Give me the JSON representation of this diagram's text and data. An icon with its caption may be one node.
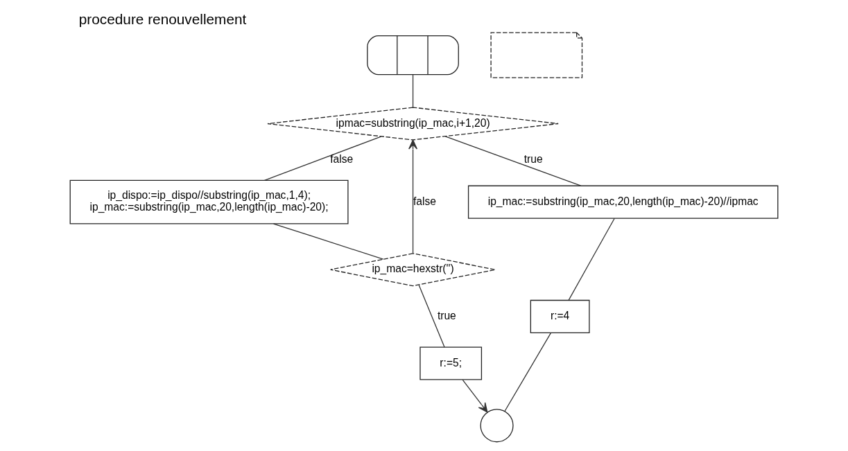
{
  "diagram": {
    "title": "procedure renouvellement",
    "nodes": [
      {
        "text": [],
        "shape": "stadium"
      },
      {
        "text": [
          "ipmac=substring(ip_mac,i+1,20)"
        ]
      },
      {
        "text": [
          "ip_dispo:=ip_dispo//substring(ip_mac,1,4);",
          "ip_mac:=substring(ip_mac,20,length(ip_mac)-20);"
        ]
      },
      {
        "text": [
          "ip_mac:=substring(ip_mac,20,length(ip_mac)-20)//ipmac"
        ]
      },
      {
        "text": [
          "ip_mac=hexstr('')"
        ]
      },
      {
        "text": [
          "r:=4"
        ]
      },
      {
        "text": [
          "r:=5;"
        ]
      },
      {
        "text": [],
        "shape": "circle"
      },
      {
        "text": [],
        "shape": "note"
      }
    ],
    "edges": [
      {
        "from": 0,
        "to": 1,
        "arrow": "none"
      },
      {
        "from": 1,
        "to": 2,
        "arrow": "none",
        "label": "false"
      },
      {
        "from": 1,
        "to": 3,
        "arrow": "none",
        "label": "true"
      },
      {
        "from": 2,
        "to": 4,
        "arrow": "none"
      },
      {
        "from": 4,
        "to": 1,
        "arrow": "to",
        "label": "false"
      },
      {
        "from": 3,
        "to": 5,
        "arrow": "none"
      },
      {
        "from": 5,
        "to": 7,
        "arrow": "none"
      },
      {
        "from": 4,
        "to": 6,
        "arrow": "none",
        "label": "true"
      },
      {
        "from": 6,
        "to": 7,
        "arrow": "to"
      }
    ]
  }
}
